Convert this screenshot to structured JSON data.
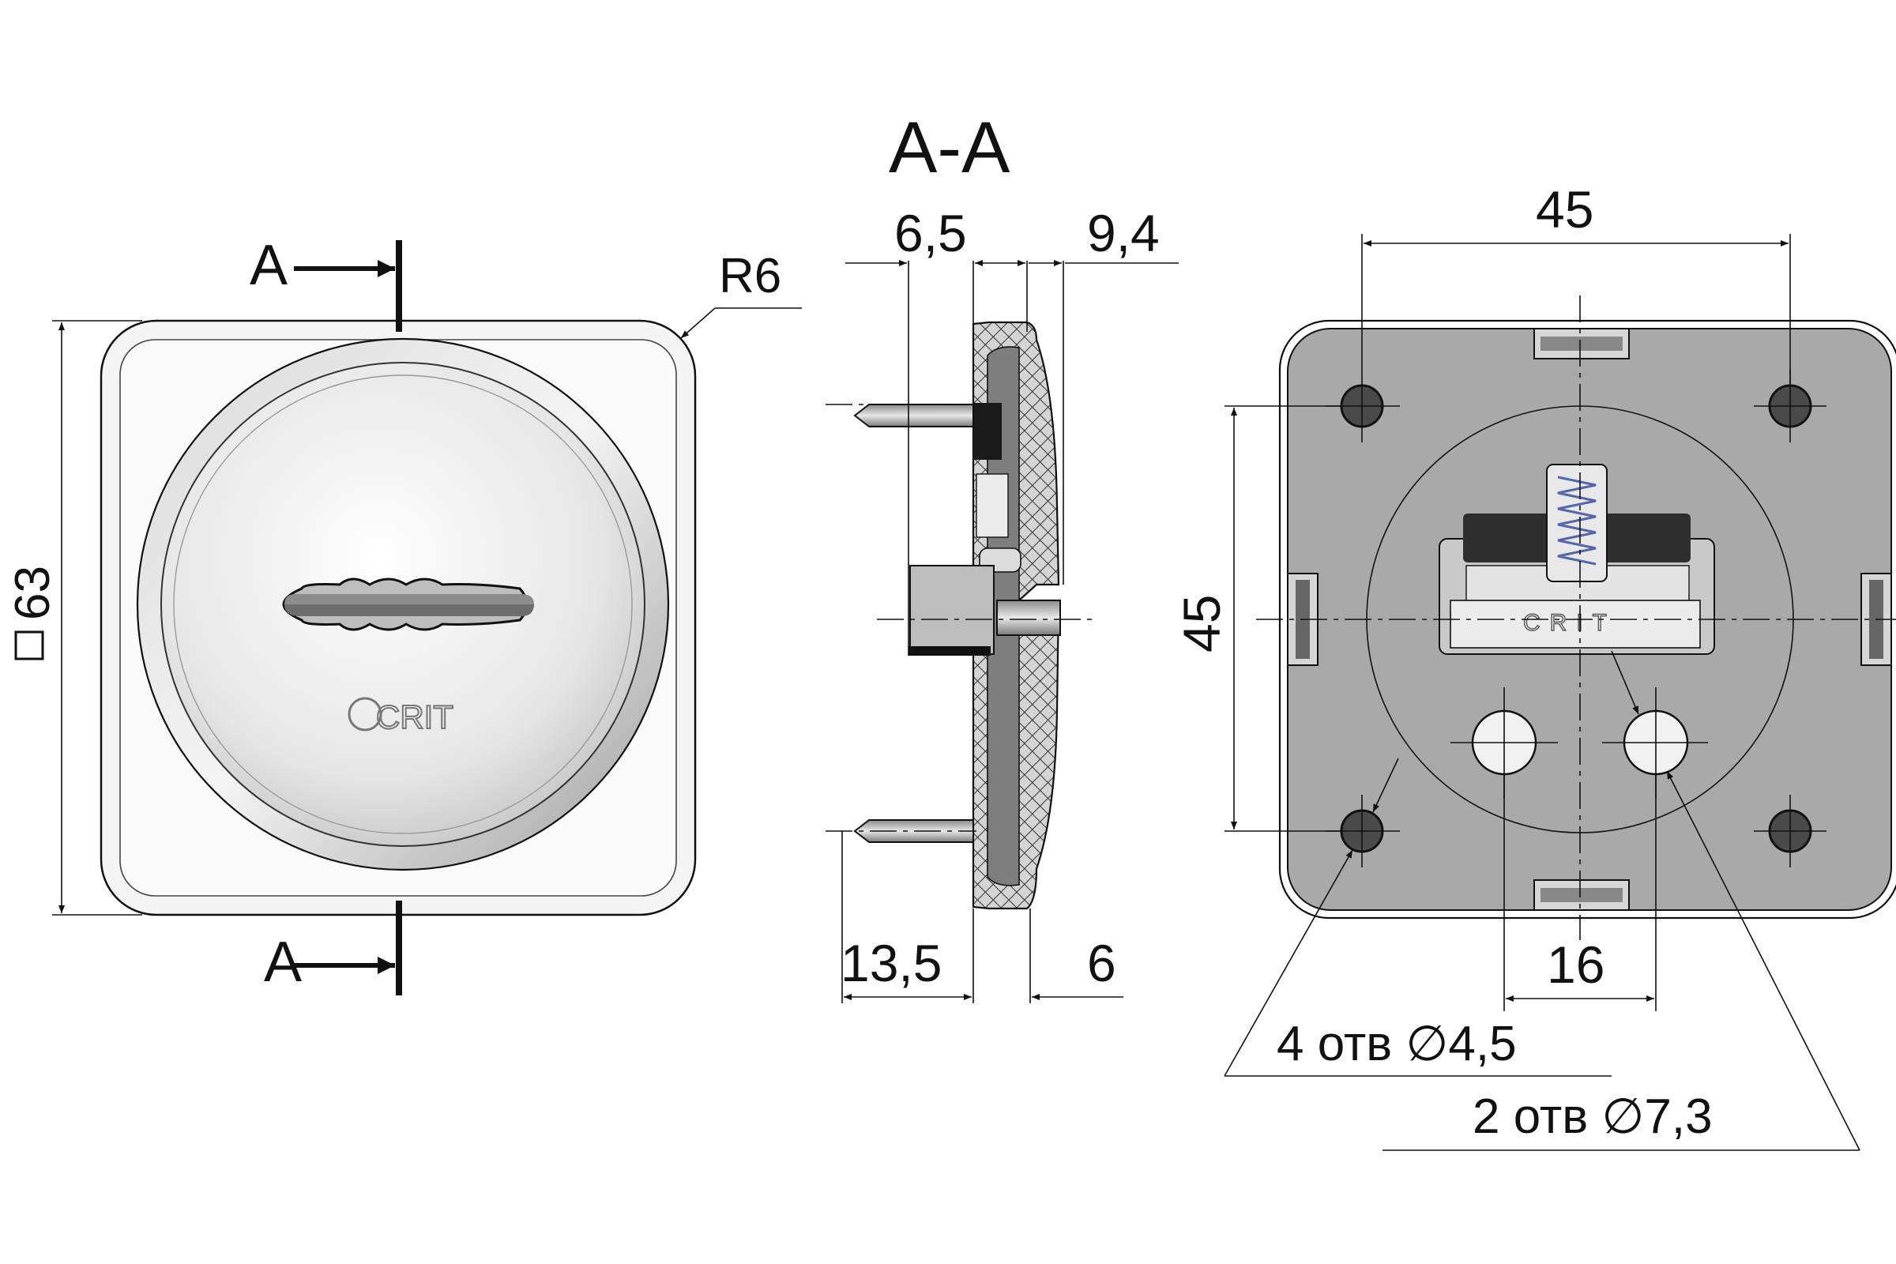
{
  "front_view": {
    "section_mark": "A",
    "size_label": "63",
    "radius_label": "R6",
    "logo_text": "CRIT"
  },
  "section_view": {
    "title": "A-A",
    "dim_top_left": "6,5",
    "dim_top_right": "9,4",
    "dim_bottom_left": "13,5",
    "dim_bottom_right": "6"
  },
  "back_view": {
    "dim_width": "45",
    "dim_height": "45",
    "dim_hole_spacing": "16",
    "callout_small_holes": "4 отв  ∅4,5",
    "callout_large_holes": "2 отв  ∅7,3",
    "mechanism_text": "CRIT"
  },
  "colors": {
    "line": "#111111",
    "plate_gray": "#a9a9a9",
    "plate_light": "#f2f2f2"
  }
}
